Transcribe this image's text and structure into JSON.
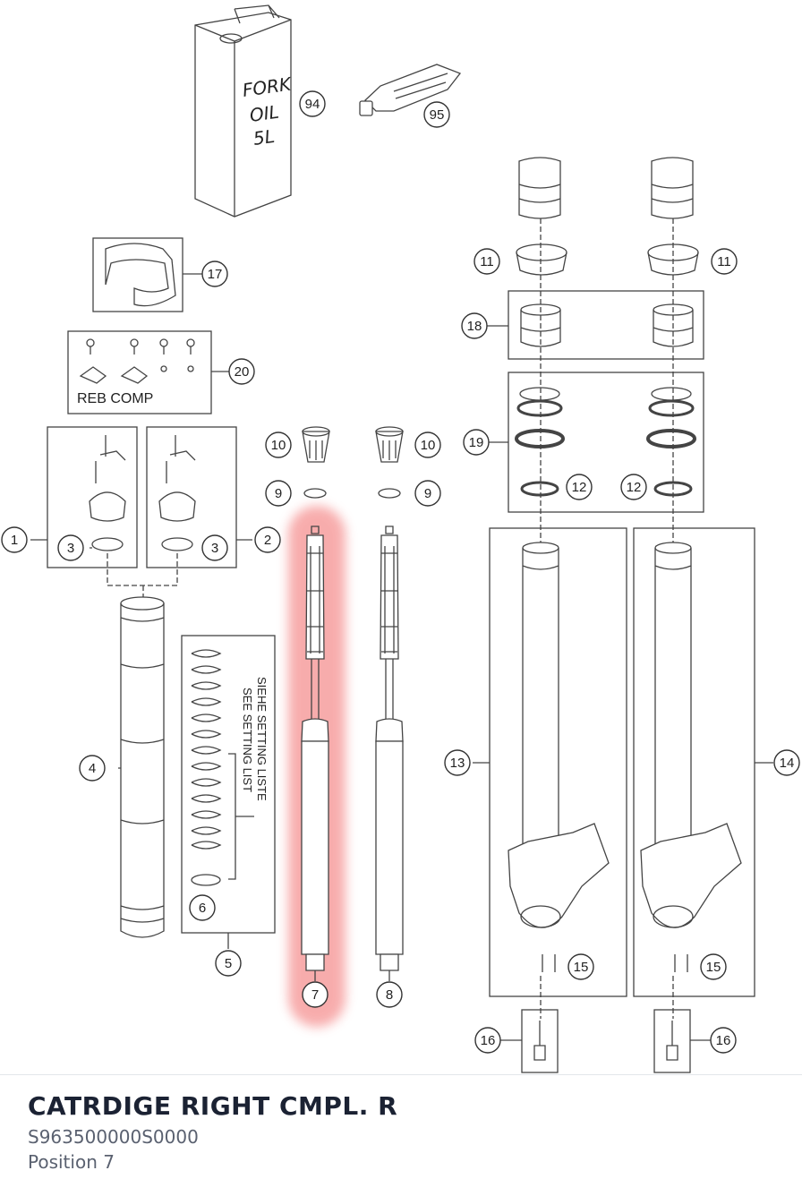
{
  "diagram": {
    "oil_can_text": [
      "FORK",
      "OIL",
      "5L"
    ],
    "reb_comp_label": "REB COMP",
    "setting_note_line1": "SIEHE SETTING LISTE",
    "setting_note_line2": "SEE SETTING LIST",
    "callouts": {
      "p94": "94",
      "p95": "95",
      "p17": "17",
      "p20": "20",
      "p1": "1",
      "p2": "2",
      "p3a": "3",
      "p3b": "3",
      "p4": "4",
      "p5": "5",
      "p6": "6",
      "p7": "7",
      "p8": "8",
      "p9a": "9",
      "p9b": "9",
      "p10a": "10",
      "p10b": "10",
      "p11a": "11",
      "p11b": "11",
      "p12a": "12",
      "p12b": "12",
      "p13": "13",
      "p14": "14",
      "p15a": "15",
      "p15b": "15",
      "p16a": "16",
      "p16b": "16",
      "p18": "18",
      "p19": "19"
    },
    "highlight_color": "#f26b6b"
  },
  "part": {
    "title": "CATRDIGE RIGHT CMPL. R",
    "number": "S963500000S0000",
    "position": "Position 7"
  }
}
